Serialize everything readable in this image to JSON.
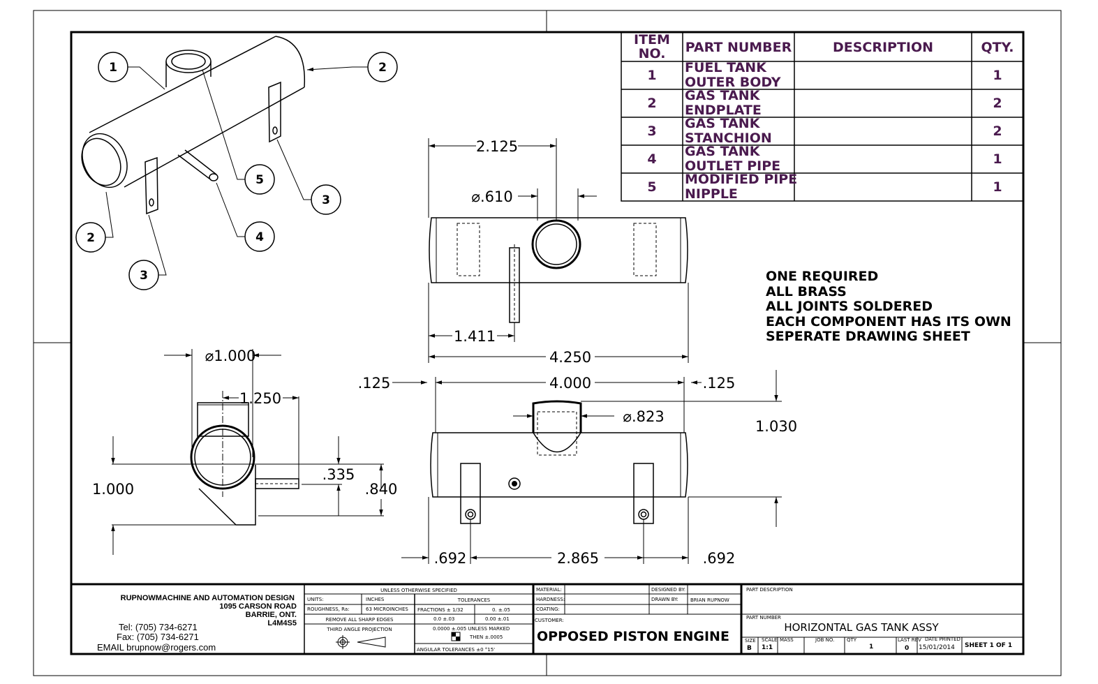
{
  "bom": {
    "headers": {
      "item_no_1": "ITEM",
      "item_no_2": "NO.",
      "part_number": "PART NUMBER",
      "description": "DESCRIPTION",
      "qty": "QTY."
    },
    "rows": [
      {
        "item": "1",
        "part_line1": "FUEL TANK",
        "part_line2": "OUTER BODY",
        "description": "",
        "qty": "1"
      },
      {
        "item": "2",
        "part_line1": "GAS TANK",
        "part_line2": "ENDPLATE",
        "description": "",
        "qty": "2"
      },
      {
        "item": "3",
        "part_line1": "GAS TANK",
        "part_line2": "STANCHION",
        "description": "",
        "qty": "2"
      },
      {
        "item": "4",
        "part_line1": "GAS TANK",
        "part_line2": "OUTLET PIPE",
        "description": "",
        "qty": "1"
      },
      {
        "item": "5",
        "part_line1": "MODIFIED PIPE",
        "part_line2": "NIPPLE",
        "description": "",
        "qty": "1"
      }
    ],
    "text_color": "#4a1a4e"
  },
  "notes": [
    "ONE REQUIRED",
    "ALL BRASS",
    "ALL JOINTS SOLDERED",
    "EACH COMPONENT HAS ITS OWN",
    "SEPERATE DRAWING SHEET"
  ],
  "balloons": [
    "1",
    "2",
    "5",
    "3",
    "4",
    "2",
    "3"
  ],
  "dimensions": {
    "top_2125": "2.125",
    "top_dia610": "⌀.610",
    "top_1411": "1.411",
    "top_4250": "4.250",
    "front_4000": "4.000",
    "front_125_left": ".125",
    "front_125_right": ".125",
    "front_dia823": "⌀.823",
    "front_1030": "1.030",
    "front_692_left": ".692",
    "front_2865": "2.865",
    "front_692_right": ".692",
    "side_dia1000": "⌀1.000",
    "side_1250": "1.250",
    "side_1000": "1.000",
    "side_335": ".335",
    "side_840": ".840"
  },
  "title_block": {
    "company": "RUPNOWMACHINE AND AUTOMATION DESIGN",
    "address1": "1095 CARSON ROAD",
    "address2": "BARRIE, ONT.",
    "postal": "L4M4S5",
    "tel": "Tel: (705) 734-6271",
    "fax": "Fax: (705) 734-6271",
    "email": "EMAIL brupnow@rogers.com",
    "unless": "UNLESS OTHERWISE SPECIFIED",
    "units_label": "UNITS:",
    "units_value": "INCHES",
    "roughness_label": "ROUGHNESS, Ra:",
    "roughness_value": "63 MICROINCHES",
    "sharp_edges": "REMOVE ALL SHARP EDGES",
    "projection": "THIRD ANGLE PROJECTION",
    "tolerances": "TOLERANCES",
    "tol_fractions": "FRACTIONS ± 1/32",
    "tol_0": "0.   ±.05",
    "tol_00": "0.0   ±.03",
    "tol_000": "0.00   ±.01",
    "tol_0000": "0.0000   ±.005 UNLESS MARKED",
    "tol_then": "THEN  ±.0005",
    "angular": "ANGULAR TOLERANCES    ±0 °15'",
    "material_label": "MATERIAL:",
    "hardness_label": "HARDNESS:",
    "coating_label": "COATING:",
    "designed_label": "DESIGNED BY:",
    "drawn_label": "DRAWN BY:",
    "drawn_value": "BRIAN RUPNOW",
    "customer_label": "CUSTOMER:",
    "customer_value": "OPPOSED PISTON ENGINE",
    "part_description_label": "PART DESCRIPTION",
    "part_number_label": "PART NUMBER",
    "part_number_value": "HORIZONTAL GAS TANK ASSY",
    "size_label": "SIZE",
    "size_value": "B",
    "scale_label": "SCALE",
    "scale_value": "1:1",
    "mass_label": "MASS",
    "job_label": "JOB NO.",
    "qty_label": "QTY",
    "qty_value": "1",
    "rev_label": "LAST REV",
    "rev_value": "0",
    "date_label": "DATE PRINTED",
    "date_value": "15/01/2014",
    "sheet": "SHEET 1 OF 1"
  }
}
